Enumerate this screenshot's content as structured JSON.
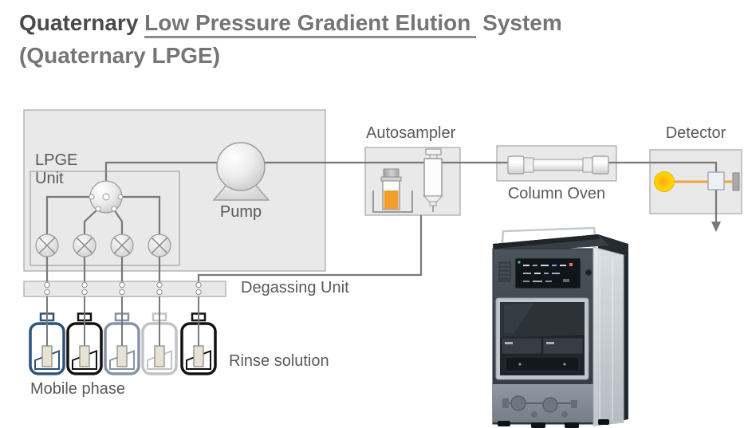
{
  "title": {
    "bold_prefix": "Quaternary ",
    "underlined": "Low Pressure Gradient Elution",
    "suffix": " System",
    "line2": "(Quaternary LPGE)"
  },
  "diagram": {
    "lpge_unit_line1": "LPGE",
    "lpge_unit_line2": "Unit",
    "pump_label": "Pump",
    "autosampler_label": "Autosampler",
    "column_oven_label": "Column Oven",
    "detector_label": "Detector",
    "degassing_unit_label": "Degassing Unit",
    "mobile_phase_label": "Mobile phase",
    "rinse_solution_label": "Rinse solution"
  },
  "colors": {
    "bottles": [
      "#2e5379",
      "#121212",
      "#8593a8",
      "#c2c2c2",
      "#121212"
    ],
    "sample_liquid": "#f09d2c",
    "light_beam": "#f2a33c",
    "lamp_yellow": "#ffd400",
    "line_gray": "#787878",
    "box_fill": "#e9e9e9",
    "box_border": "#a6a6a6",
    "label_text": "#595959",
    "title_dark": "#4a4a4a",
    "title_gray": "#757575"
  },
  "icons": [
    "pump-icon",
    "mixing-valve-icon",
    "solenoid-valve-icon",
    "degasser-port-icon",
    "mobile-phase-bottle-icon",
    "rinse-bottle-icon",
    "bottle-filter-icon",
    "sample-vial-icon",
    "vial-holder-icon",
    "syringe-icon",
    "column-icon",
    "lamp-icon",
    "light-beam-icon",
    "flow-cell-icon",
    "photodiode-icon",
    "waste-arrow-icon",
    "hplc-instrument-photo"
  ]
}
